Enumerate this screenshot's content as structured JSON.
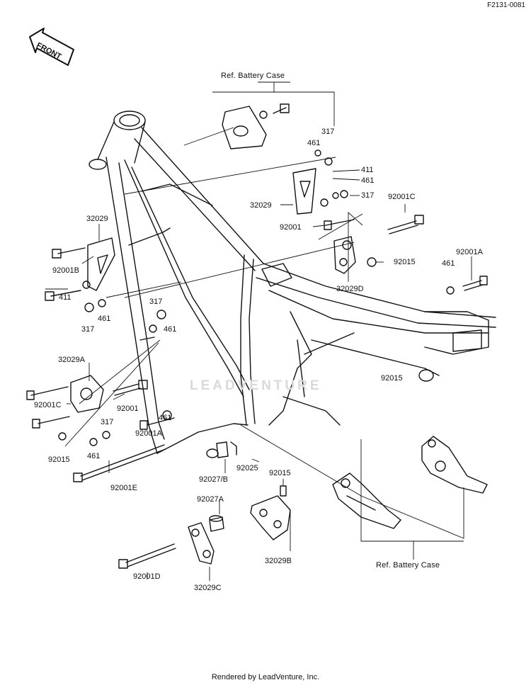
{
  "drawing_id": "F2131-0081",
  "direction_label": "FRONT",
  "watermark_text": "LEADVENTURE",
  "footer": "Rendered by LeadVenture, Inc.",
  "ref_battery_case_top": "Ref.  Battery Case",
  "ref_battery_case_bottom": "Ref.  Battery Case",
  "callouts": {
    "c317_top": "317",
    "c461_top": "461",
    "c411_right": "411",
    "c461_right": "461",
    "c317_right": "317",
    "c32029_center": "32029",
    "c92001_center": "92001",
    "c32029D": "32029D",
    "c92001C": "92001C",
    "c92015_right": "92015",
    "c92001A_right": "92001A",
    "c461_far_right": "461",
    "c32029_left": "32029",
    "c92001B": "92001B",
    "c411_left": "411",
    "c317_left": "317",
    "c461_left": "461",
    "c317_mid": "317",
    "c461_mid": "461",
    "c32029A": "32029A",
    "c92001C_left": "92001C",
    "c92001_lower": "92001",
    "c461_lower": "461",
    "c317_lower": "317",
    "c92001A_lower": "92001A",
    "c92015_left": "92015",
    "c461_lower2": "461",
    "c92001E": "92001E",
    "c92027B": "92027/B",
    "c92025": "92025",
    "c92015_mid": "92015",
    "c92015_lower": "92015",
    "c92027A": "92027A",
    "c32029B": "32029B",
    "c92001D": "92001D",
    "c32029C": "32029C"
  }
}
